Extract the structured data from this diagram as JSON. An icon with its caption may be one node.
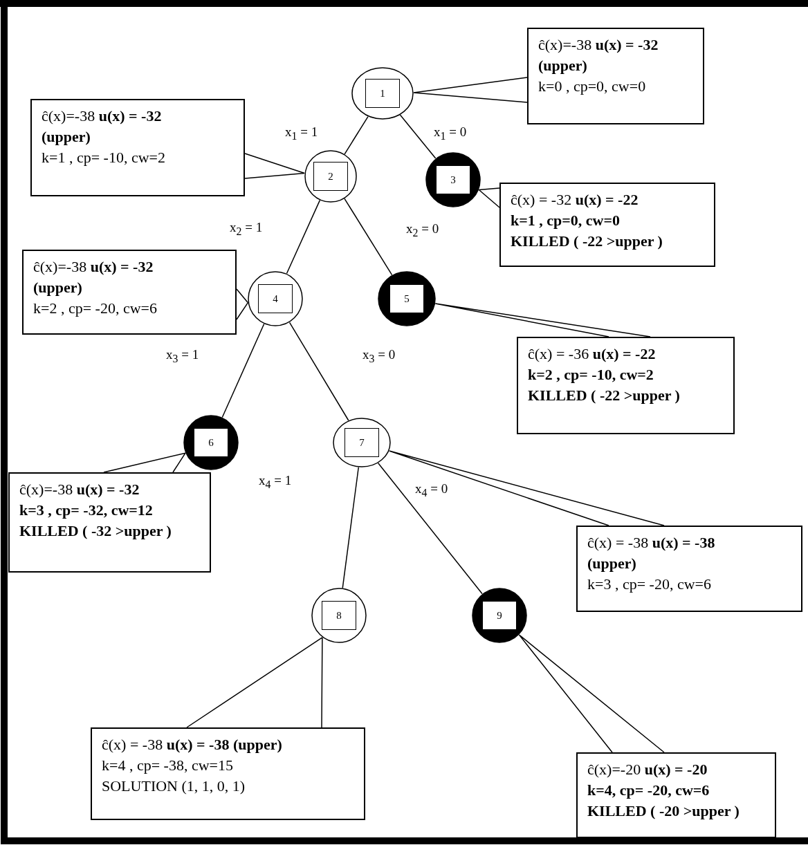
{
  "diagram": {
    "nodes": [
      {
        "text": [
          "1"
        ]
      },
      {
        "text": [
          "2"
        ]
      },
      {
        "text": [
          "3"
        ]
      },
      {
        "text": [
          "4"
        ]
      },
      {
        "text": [
          "5"
        ]
      },
      {
        "text": [
          "6"
        ]
      },
      {
        "text": [
          "7"
        ]
      },
      {
        "text": [
          "8"
        ]
      },
      {
        "text": [
          "9"
        ]
      },
      {
        "text": [
          "ĉ(x)=-38  **u(x) = -32**",
          "**(upper)**",
          "k=0 , cp=0, cw=0"
        ]
      },
      {
        "text": [
          "ĉ(x)=-38  **u(x) = -32**",
          "**(upper)**",
          "k=1 , cp= -10, cw=2"
        ]
      },
      {
        "text": [
          "ĉ(x) = -32    **u(x) = -22**",
          "**k=1 , cp=0, cw=0**",
          "**KILLED ( -22 >upper )**"
        ]
      },
      {
        "text": [
          "ĉ(x)=-38  **u(x) = -32**",
          "**(upper)**",
          "k=2 , cp= -20, cw=6"
        ]
      },
      {
        "text": [
          "ĉ(x) = -36    **u(x) = -22**",
          "**k=2 , cp= -10, cw=2**",
          "**KILLED ( -22 >upper )**"
        ]
      },
      {
        "text": [
          "ĉ(x)=-38  **u(x) = -32**",
          "**k=3 , cp= -32, cw=12**",
          "**KILLED ( -32 >upper )**"
        ]
      },
      {
        "text": [
          "ĉ(x) = -38    **u(x) = -38**",
          "**(upper)**",
          "k=3 , cp= -20, cw=6"
        ]
      },
      {
        "text": [
          "ĉ(x) = -38    **u(x) = -38 (upper)**",
          "k=4 , cp= -38, cw=15",
          "SOLUTION  (1, 1, 0, 1)"
        ]
      },
      {
        "text": [
          "ĉ(x)=-20  **u(x) = -20**",
          "**k=4, cp= -20, cw=6**",
          "**KILLED ( -20 >upper )**"
        ]
      }
    ],
    "edges": [
      {
        "from": 0,
        "to": 1,
        "arrow": "none",
        "label": "x$_{1}$ = 1"
      },
      {
        "from": 0,
        "to": 2,
        "arrow": "none",
        "label": "x$_{1}$ = 0"
      },
      {
        "from": 1,
        "to": 3,
        "arrow": "none",
        "label": "x$_{2}$ = 1"
      },
      {
        "from": 1,
        "to": 4,
        "arrow": "none",
        "label": "x$_{2}$ = 0"
      },
      {
        "from": 3,
        "to": 5,
        "arrow": "none",
        "label": "x$_{3}$ = 1"
      },
      {
        "from": 3,
        "to": 6,
        "arrow": "none",
        "label": "x$_{3}$ = 0"
      },
      {
        "from": 6,
        "to": 7,
        "arrow": "none",
        "label": "x$_{4}$ = 1"
      },
      {
        "from": 6,
        "to": 8,
        "arrow": "none",
        "label": "x$_{4}$ = 0"
      },
      {
        "from": 9,
        "to": 0,
        "arrow": "none"
      },
      {
        "from": 10,
        "to": 1,
        "arrow": "none"
      },
      {
        "from": 11,
        "to": 2,
        "arrow": "none"
      },
      {
        "from": 12,
        "to": 3,
        "arrow": "none"
      },
      {
        "from": 13,
        "to": 4,
        "arrow": "none"
      },
      {
        "from": 14,
        "to": 5,
        "arrow": "none"
      },
      {
        "from": 15,
        "to": 6,
        "arrow": "none"
      },
      {
        "from": 16,
        "to": 7,
        "arrow": "none"
      },
      {
        "from": 17,
        "to": 8,
        "arrow": "none"
      }
    ]
  }
}
